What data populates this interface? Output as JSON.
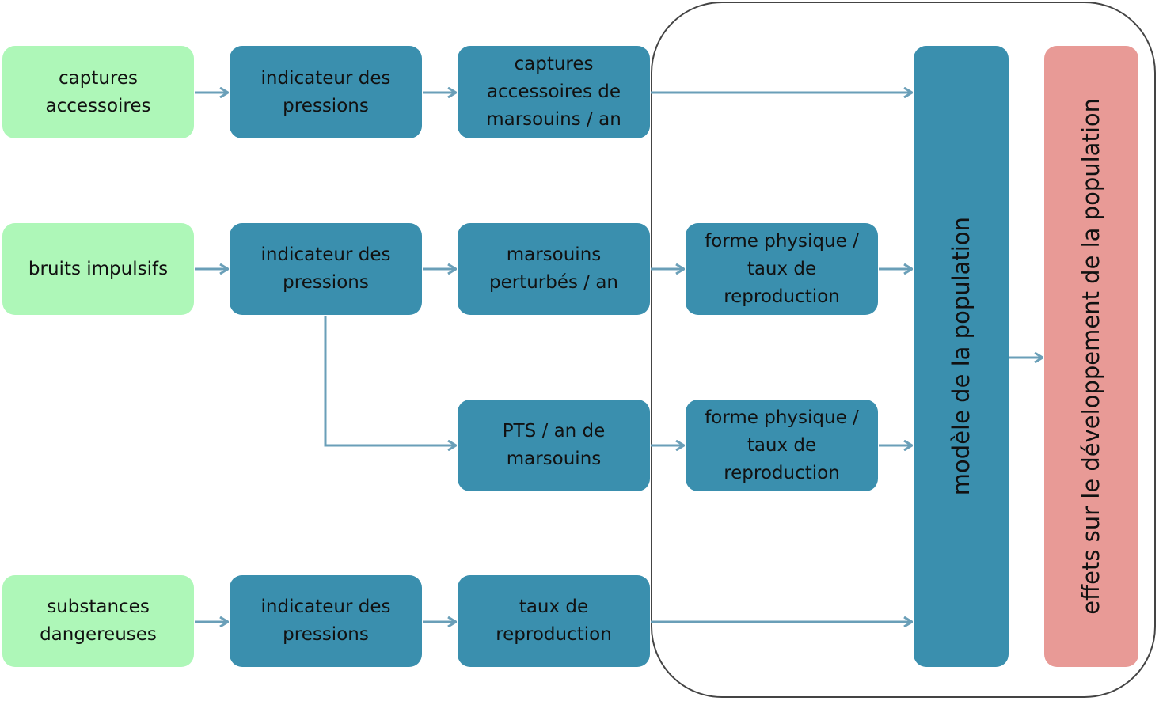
{
  "rows": [
    {
      "source": "captures accessoires",
      "indicator": "indicateur des pressions",
      "effect": "captures accessoires de marsouins / an"
    },
    {
      "source": "bruits impulsifs",
      "indicator": "indicateur des pressions",
      "effect": "marsouins perturbés / an",
      "fitness": "forme physique / taux de reproduction"
    },
    {
      "effect": "PTS / an de marsouins",
      "fitness": "forme physique / taux de reproduction"
    },
    {
      "source": "substances dangereuses",
      "indicator": "indicateur des pressions",
      "effect": "taux de reproduction"
    }
  ],
  "model": "modèle de la population",
  "outcome": "effets sur le développement de la population",
  "colors": {
    "source": "#aef7b8",
    "process": "#3a8fae",
    "outcome": "#e89a96",
    "arrow": "#6a9fb8"
  }
}
